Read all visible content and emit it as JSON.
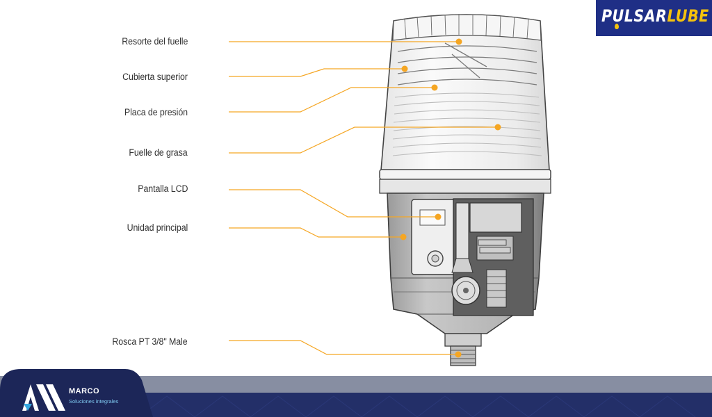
{
  "labels": [
    "Resorte del fuelle",
    "Cubierta superior",
    "Placa de presión",
    "Fuelle de grasa",
    "Pantalla LCD",
    "Unidad principal",
    "Rosca PT 3/8\" Male"
  ],
  "brand": {
    "part1": "PULSAR",
    "part2": "LUBE"
  },
  "company": {
    "name": "MARCO",
    "tagline": "Soluciones integrales"
  },
  "colors": {
    "callout": "#f5a623",
    "brand_bg": "#1f2f86",
    "brand_accent": "#f4c20d",
    "footer_light": "#878ea2",
    "footer_dark": "#232f68"
  }
}
